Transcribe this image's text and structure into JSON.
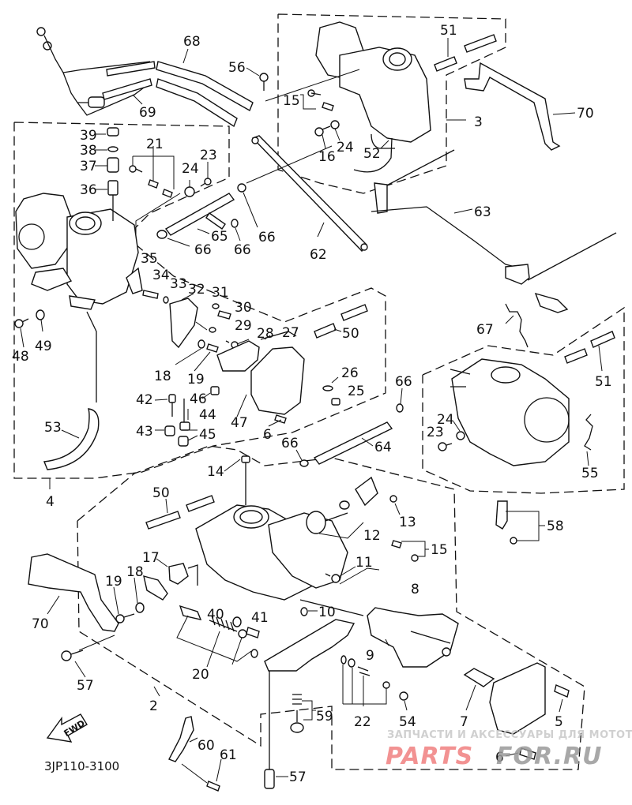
{
  "diagram": {
    "title": "Carburetor exploded parts diagram",
    "drawing_code": "3JP110-3100",
    "direction_arrow_label": "FWD",
    "watermark": {
      "line1": "ЗАПЧАСТИ И АКСЕССУАРЫ ДЛЯ МОТОТЕХНИКИ",
      "brand_left": "PARTS",
      "brand_right": "FOR.RU",
      "color_left": "#f08080",
      "color_right": "#9a9a9a"
    },
    "callouts": [
      {
        "id": "c68",
        "text": "68"
      },
      {
        "id": "c69",
        "text": "69"
      },
      {
        "id": "c56",
        "text": "56"
      },
      {
        "id": "c51a",
        "text": "51"
      },
      {
        "id": "c70a",
        "text": "70"
      },
      {
        "id": "c15a",
        "text": "15"
      },
      {
        "id": "c3",
        "text": "3"
      },
      {
        "id": "c24a",
        "text": "24"
      },
      {
        "id": "c16",
        "text": "16"
      },
      {
        "id": "c52",
        "text": "52"
      },
      {
        "id": "c39",
        "text": "39"
      },
      {
        "id": "c38",
        "text": "38"
      },
      {
        "id": "c37",
        "text": "37"
      },
      {
        "id": "c36",
        "text": "36"
      },
      {
        "id": "c21",
        "text": "21"
      },
      {
        "id": "c23a",
        "text": "23"
      },
      {
        "id": "c24b",
        "text": "24"
      },
      {
        "id": "c63",
        "text": "63"
      },
      {
        "id": "c65",
        "text": "65"
      },
      {
        "id": "c66a",
        "text": "66"
      },
      {
        "id": "c66b",
        "text": "66"
      },
      {
        "id": "c66c",
        "text": "66"
      },
      {
        "id": "c62",
        "text": "62"
      },
      {
        "id": "c35",
        "text": "35"
      },
      {
        "id": "c34",
        "text": "34"
      },
      {
        "id": "c33",
        "text": "33"
      },
      {
        "id": "c32",
        "text": "32"
      },
      {
        "id": "c31",
        "text": "31"
      },
      {
        "id": "c30",
        "text": "30"
      },
      {
        "id": "c29",
        "text": "29"
      },
      {
        "id": "c28",
        "text": "28"
      },
      {
        "id": "c27",
        "text": "27"
      },
      {
        "id": "c50a",
        "text": "50"
      },
      {
        "id": "c67",
        "text": "67"
      },
      {
        "id": "c48",
        "text": "48"
      },
      {
        "id": "c49",
        "text": "49"
      },
      {
        "id": "c18a",
        "text": "18"
      },
      {
        "id": "c19a",
        "text": "19"
      },
      {
        "id": "c26",
        "text": "26"
      },
      {
        "id": "c25",
        "text": "25"
      },
      {
        "id": "c42",
        "text": "42"
      },
      {
        "id": "c46",
        "text": "46"
      },
      {
        "id": "c44",
        "text": "44"
      },
      {
        "id": "c47",
        "text": "47"
      },
      {
        "id": "c66d",
        "text": "66"
      },
      {
        "id": "c51b",
        "text": "51"
      },
      {
        "id": "c53",
        "text": "53"
      },
      {
        "id": "c43",
        "text": "43"
      },
      {
        "id": "c45",
        "text": "45"
      },
      {
        "id": "c6a",
        "text": "6"
      },
      {
        "id": "c24c",
        "text": "24"
      },
      {
        "id": "c23b",
        "text": "23"
      },
      {
        "id": "c66e",
        "text": "66"
      },
      {
        "id": "c64",
        "text": "64"
      },
      {
        "id": "c55",
        "text": "55"
      },
      {
        "id": "c4",
        "text": "4"
      },
      {
        "id": "c14",
        "text": "14"
      },
      {
        "id": "c50b",
        "text": "50"
      },
      {
        "id": "c13",
        "text": "13"
      },
      {
        "id": "c58",
        "text": "58"
      },
      {
        "id": "c12",
        "text": "12"
      },
      {
        "id": "c15b",
        "text": "15"
      },
      {
        "id": "c17",
        "text": "17"
      },
      {
        "id": "c11",
        "text": "11"
      },
      {
        "id": "c70b",
        "text": "70"
      },
      {
        "id": "c19b",
        "text": "19"
      },
      {
        "id": "c18b",
        "text": "18"
      },
      {
        "id": "c8",
        "text": "8"
      },
      {
        "id": "c40",
        "text": "40"
      },
      {
        "id": "c41",
        "text": "41"
      },
      {
        "id": "c10",
        "text": "10"
      },
      {
        "id": "c20",
        "text": "20"
      },
      {
        "id": "c9",
        "text": "9"
      },
      {
        "id": "c57a",
        "text": "57"
      },
      {
        "id": "c2",
        "text": "2"
      },
      {
        "id": "c22",
        "text": "22"
      },
      {
        "id": "c54",
        "text": "54"
      },
      {
        "id": "c7",
        "text": "7"
      },
      {
        "id": "c5",
        "text": "5"
      },
      {
        "id": "c59",
        "text": "59"
      },
      {
        "id": "c60",
        "text": "60"
      },
      {
        "id": "c61",
        "text": "61"
      },
      {
        "id": "c6b",
        "text": "6"
      },
      {
        "id": "c57b",
        "text": "57"
      }
    ]
  }
}
